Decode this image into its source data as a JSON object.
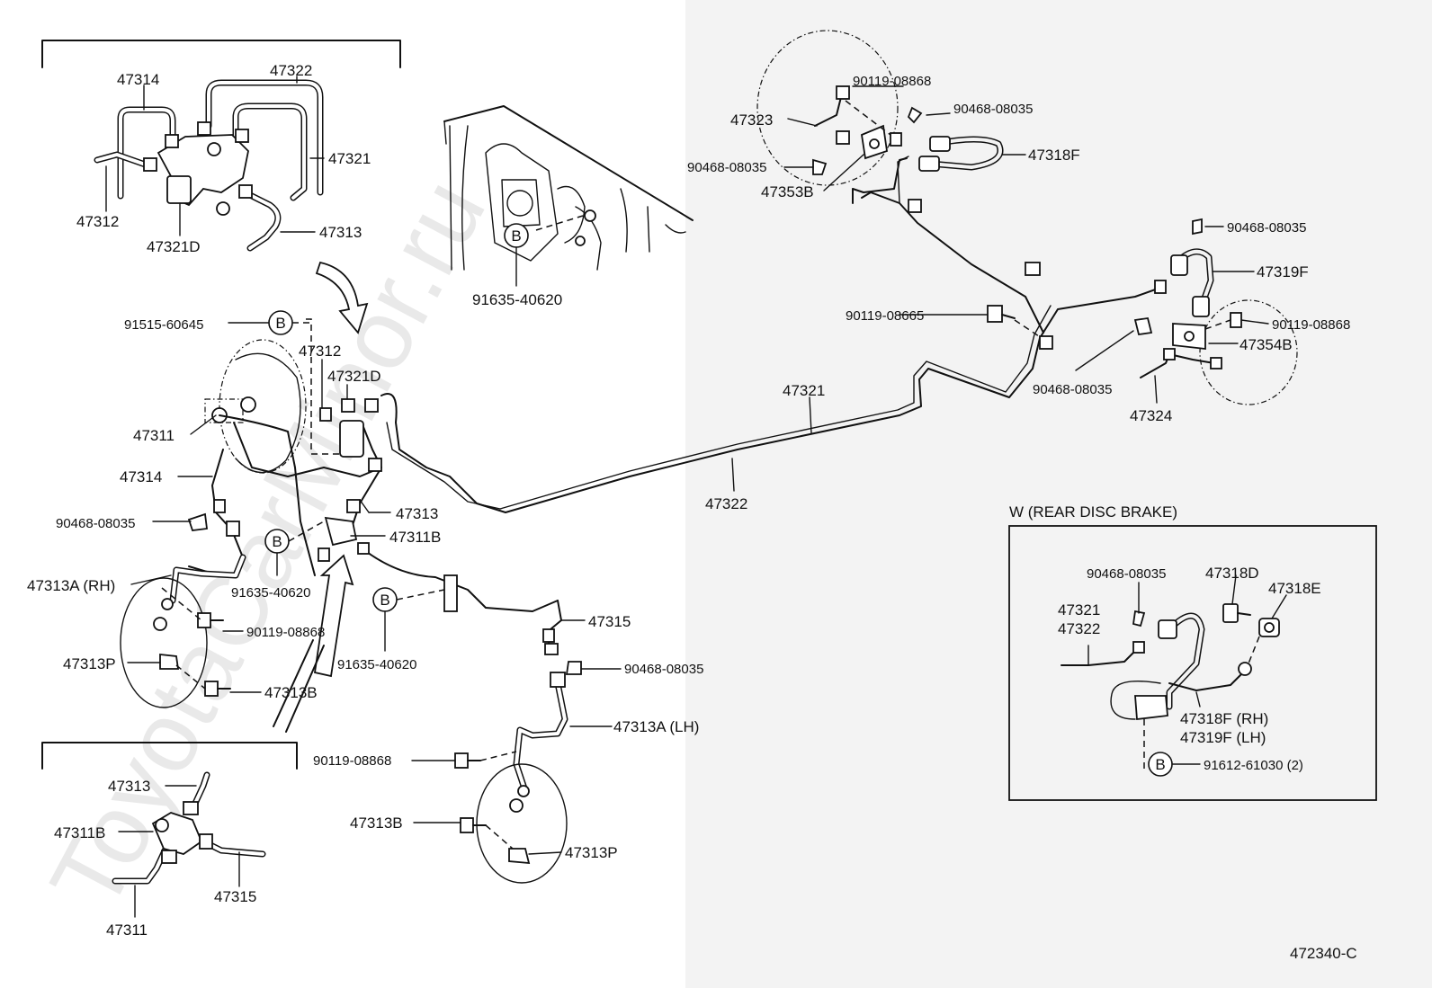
{
  "diagram_code": "472340-C",
  "watermark": "ToyotaCarMinor.ru",
  "callout_letter": "B",
  "inset_title": "W (REAR DISC BRAKE)",
  "labels": {
    "p47314_top": "47314",
    "p47322_top": "47322",
    "p47321_top": "47321",
    "p47312_top": "47312",
    "p47321D_top": "47321D",
    "p47313_top": "47313",
    "p91635_bodyB": "91635-40620",
    "p91515": "91515-60645",
    "p47312_mid": "47312",
    "p47321D_mid": "47321D",
    "p47311_mid": "47311",
    "p47314_mid": "47314",
    "p47313_mid": "47313",
    "p90468_left": "90468-08035",
    "p47311B_mid": "47311B",
    "p91635_mid1": "91635-40620",
    "p47313A_RH": "47313A (RH)",
    "p90119_left": "90119-08868",
    "p47313P_left": "47313P",
    "p47313B_left": "47313B",
    "p91635_mid2": "91635-40620",
    "p47315_mid": "47315",
    "p90468_mid": "90468-08035",
    "p47313A_LH": "47313A (LH)",
    "p90119_lower": "90119-08868",
    "p47313B_lower": "47313B",
    "p47313P_lower": "47313P",
    "p47313_bot": "47313",
    "p47311B_bot": "47311B",
    "p47315_bot": "47315",
    "p47311_bot": "47311",
    "p90119_tr1": "90119-08868",
    "p90468_tr1": "90468-08035",
    "p47323": "47323",
    "p47318F_tr": "47318F",
    "p90468_tr2": "90468-08035",
    "p47353B": "47353B",
    "p90468_tr3": "90468-08035",
    "p47319F_tr": "47319F",
    "p90119_tr2": "90119-08665",
    "p90119_tr3": "90119-08868",
    "p47354B": "47354B",
    "p47321_main": "47321",
    "p90468_tr4": "90468-08035",
    "p47324": "47324",
    "p47322_main": "47322",
    "in_90468": "90468-08035",
    "in_47318D": "47318D",
    "in_47318E": "47318E",
    "in_47321": "47321",
    "in_47322": "47322",
    "in_47318F": "47318F (RH)",
    "in_47319F": "47319F (LH)",
    "in_91612": "91612-61030 (2)"
  }
}
